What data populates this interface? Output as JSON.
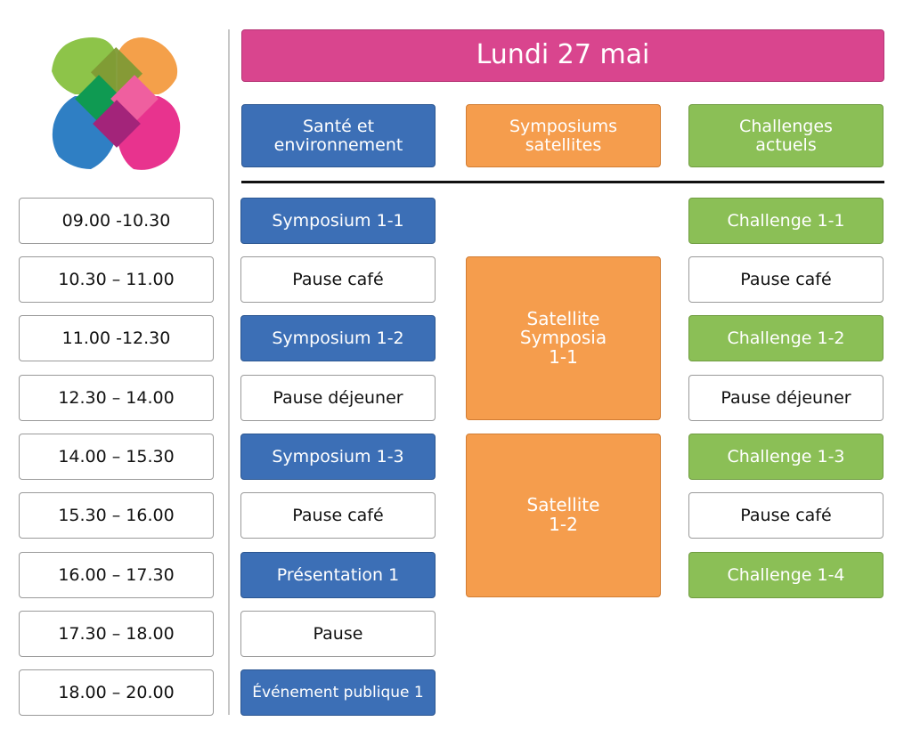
{
  "header": {
    "day": "Lundi 27 mai",
    "tracks": [
      {
        "label": "Santé et\nenvironnement",
        "color": "#3c6fb6"
      },
      {
        "label": "Symposiums\nsatellites",
        "color": "#f59d4d"
      },
      {
        "label": "Challenges\nactuels",
        "color": "#8bbf56"
      }
    ]
  },
  "times": [
    "09.00 -10.30",
    "10.30 – 11.00",
    "11.00 -12.30",
    "12.30 – 14.00",
    "14.00 – 15.30",
    "15.30 – 16.00",
    "16.00 – 17.30",
    "17.30 – 18.00",
    "18.00 – 20.00"
  ],
  "sante": [
    "Symposium 1-1",
    "Pause café",
    "Symposium 1-2",
    "Pause déjeuner",
    "Symposium 1-3",
    "Pause café",
    "Présentation 1",
    "Pause",
    "Événement publique 1"
  ],
  "satellites": [
    "Satellite\nSymposia\n1-1",
    "Satellite\n1-2"
  ],
  "challenges": [
    "Challenge 1-1",
    "Pause café",
    "Challenge 1-2",
    "Pause déjeuner",
    "Challenge 1-3",
    "Pause café",
    "Challenge 1-4"
  ],
  "colors": {
    "banner": "#d9458e",
    "blue": "#3c6fb6",
    "orange": "#f59d4d",
    "green": "#8bbf56"
  }
}
